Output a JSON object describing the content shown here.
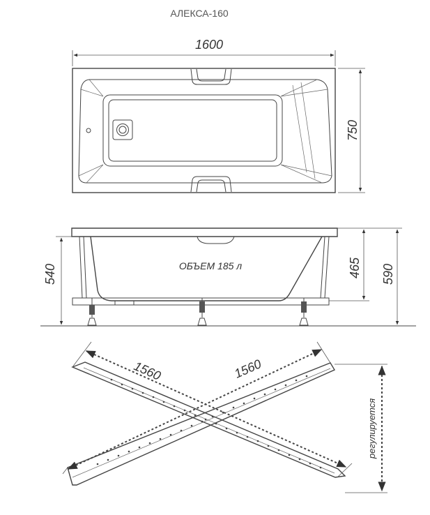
{
  "title": "АЛЕКСА-160",
  "top_view": {
    "width_label": "1600",
    "depth_label": "750"
  },
  "side_view": {
    "volume_label": "ОБЪЕМ 185 л",
    "height_left_label": "540",
    "inner_depth_label": "465",
    "total_height_label": "590"
  },
  "frame_view": {
    "diag_a_label": "1560",
    "diag_b_label": "1560",
    "adjustable_label": "регулируется"
  }
}
